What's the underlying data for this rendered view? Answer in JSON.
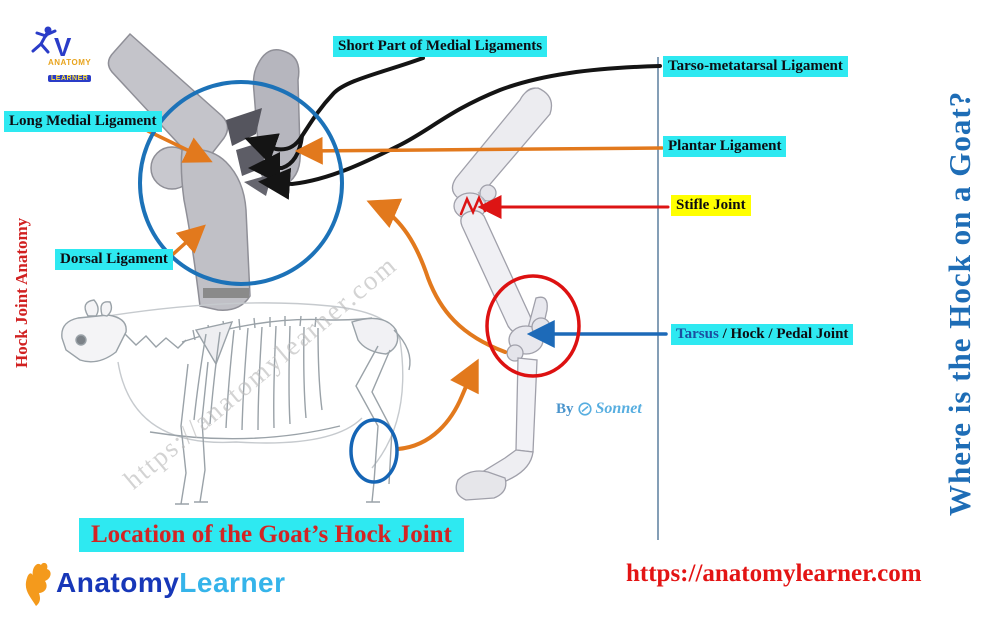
{
  "colors": {
    "label_bg_cyan": "#2ee9f1",
    "label_bg_yellow": "#ffff00",
    "red_heading": "#d32424",
    "blue_heading": "#1e6db6",
    "orange_arrow": "#e2791d",
    "red_arrow": "#dd1414",
    "blue_arrow": "#1d6ab8",
    "black_arrow": "#141414",
    "url_red": "#e31414",
    "logo_dark_blue": "#1737b8",
    "logo_light_blue": "#35b4ea",
    "logo_orange": "#f49a1c"
  },
  "logo_top": {
    "v": "V",
    "anatomy": "ANATOMY",
    "learner": "LEARNER"
  },
  "labels": {
    "short_part": "Short Part of Medial Ligaments",
    "tarso_metatarsal": "Tarso-metatarsal Ligament",
    "long_medial": "Long Medial Ligament",
    "plantar": "Plantar Ligament",
    "stifle": "Stifle Joint",
    "dorsal": "Dorsal Ligament",
    "tarsus_word": "Tarsus",
    "tarsus_rest": " / Hock / Pedal Joint"
  },
  "side_text": {
    "left_vertical": "Hock Joint Anatomy",
    "right_vertical": "Where is the Hock on a Goat?"
  },
  "footer": {
    "caption": "Location of the Goat’s Hock Joint",
    "logo_word1": "Anatomy",
    "logo_word2": "Learner",
    "url": "https://anatomylearner.com"
  },
  "watermarks": {
    "diagonal": "https://anatomylearner.com",
    "by": "By",
    "sonnet": "Sonnet"
  },
  "illustrations": {
    "closeup": "hock-joint-bone-closeup",
    "leg": "goat-hind-limb-bones",
    "skeleton": "goat-full-skeleton"
  }
}
